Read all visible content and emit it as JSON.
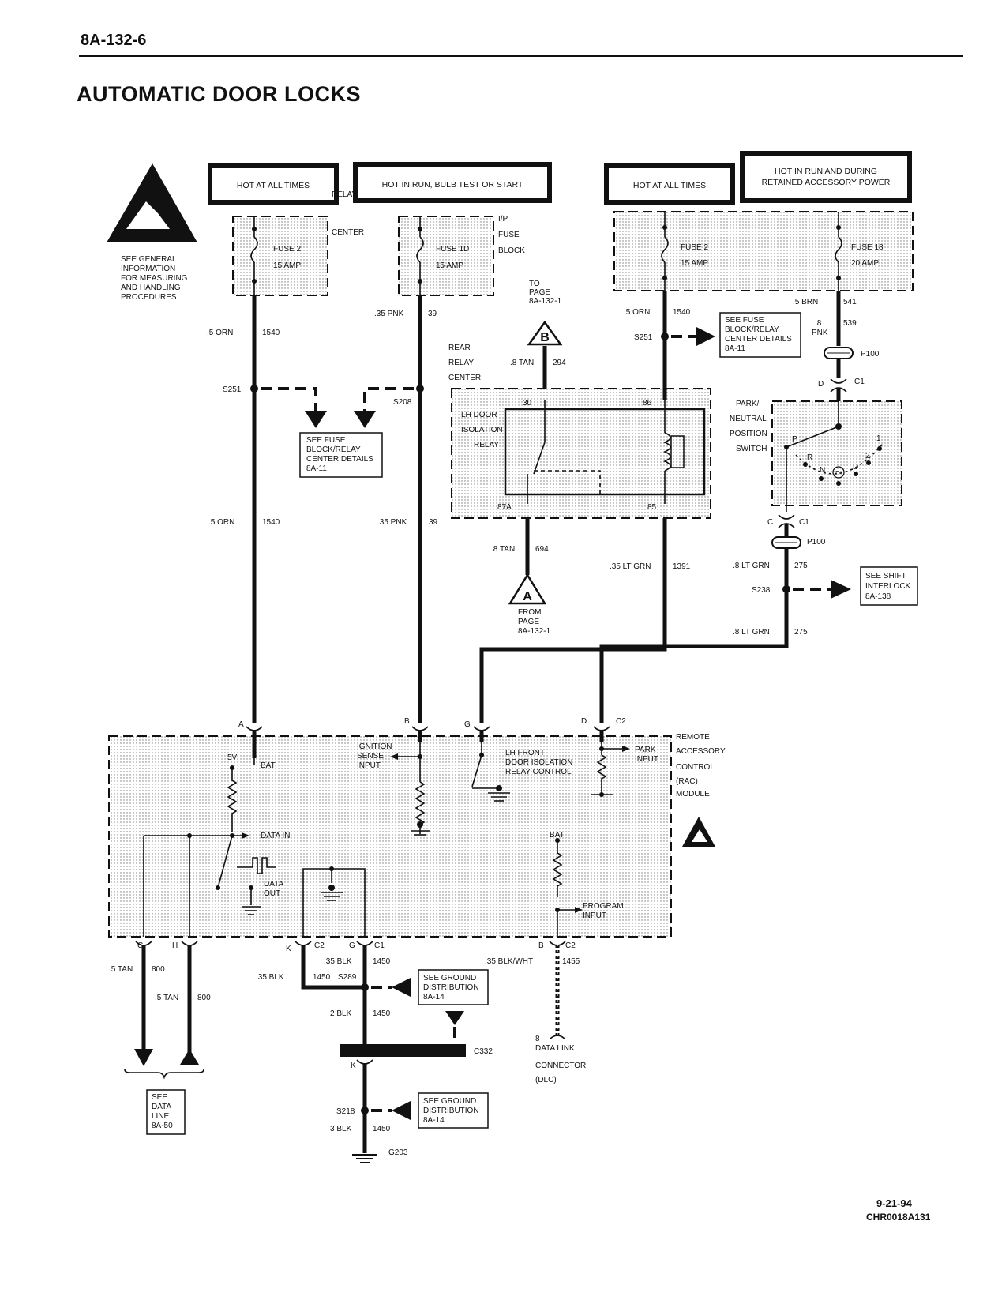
{
  "header": {
    "page_number": "8A-132-6",
    "title": "AUTOMATIC DOOR LOCKS"
  },
  "footer": {
    "date": "9-21-94",
    "doc_id": "CHR0018A131"
  },
  "esd_note": [
    "SEE GENERAL",
    "INFORMATION",
    "FOR MEASURING",
    "AND HANDLING",
    "PROCEDURES"
  ],
  "power_boxes": {
    "p1": "HOT AT ALL TIMES",
    "p2": "HOT IN RUN, BULB TEST OR START",
    "p3": "HOT AT ALL TIMES",
    "p4a": "HOT IN RUN AND DURING",
    "p4b": "RETAINED ACCESSORY POWER"
  },
  "fuses": {
    "f1_name": "FUSE 2",
    "f1_amp": "15 AMP",
    "f2_name": "FUSE 1D",
    "f2_amp": "15 AMP",
    "f3_name": "FUSE 2",
    "f3_amp": "15 AMP",
    "f4_name": "FUSE 18",
    "f4_amp": "20 AMP"
  },
  "fuse_blocks": {
    "relay_center": [
      "RELAY",
      "CENTER"
    ],
    "ip_fuse_block": [
      "I/P",
      "FUSE",
      "BLOCK"
    ]
  },
  "wires": {
    "w1540_top": [
      ".5 ORN",
      "1540"
    ],
    "w39_top": [
      ".35 PNK",
      "39"
    ],
    "w1540_mid": [
      ".5 ORN",
      "1540"
    ],
    "w39_mid": [
      ".35 PNK",
      "39"
    ],
    "w1540_right": [
      ".5 ORN",
      "1540"
    ],
    "w541": [
      ".5 BRN",
      "541"
    ],
    "w539": [
      ".8",
      "PNK",
      "539"
    ],
    "w294": [
      ".8 TAN",
      "294"
    ],
    "w694": [
      ".8 TAN",
      "694"
    ],
    "w1391": [
      ".35 LT GRN",
      "1391"
    ],
    "w275_a": [
      ".8 LT GRN",
      "275"
    ],
    "w275_b": [
      ".8 LT GRN",
      "275"
    ],
    "w800_a": [
      ".5 TAN",
      "800"
    ],
    "w800_b": [
      ".5 TAN",
      "800"
    ],
    "w1450_k": [
      ".35 BLK",
      "1450"
    ],
    "w1450_g": [
      ".35 BLK",
      "1450"
    ],
    "w1450_2": [
      "2 BLK",
      "1450"
    ],
    "w1450_3": [
      "3 BLK",
      "1450"
    ],
    "w1455": [
      ".35 BLK/WHT",
      "1455"
    ]
  },
  "splices": {
    "s251_left": "S251",
    "s208": "S208",
    "s251_right": "S251",
    "s238": "S238",
    "s289": "S289",
    "s218": "S218"
  },
  "refs": {
    "fuse_detail_left": [
      "SEE FUSE",
      "BLOCK/RELAY",
      "CENTER DETAILS",
      "8A-11"
    ],
    "fuse_detail_right": [
      "SEE FUSE",
      "BLOCK/RELAY",
      "CENTER DETAILS",
      "8A-11"
    ],
    "shift_interlock": [
      "SEE SHIFT",
      "INTERLOCK",
      "8A-138"
    ],
    "ground_dist_1": [
      "SEE GROUND",
      "DISTRIBUTION",
      "8A-14"
    ],
    "ground_dist_2": [
      "SEE GROUND",
      "DISTRIBUTION",
      "8A-14"
    ],
    "data_line": [
      "SEE",
      "DATA",
      "LINE",
      "8A-50"
    ]
  },
  "page_refs": {
    "b_letter": "B",
    "b_text": [
      "TO",
      "PAGE",
      "8A-132-1"
    ],
    "a_letter": "A",
    "a_text": [
      "FROM",
      "PAGE",
      "8A-132-1"
    ]
  },
  "relay": {
    "center_label": [
      "REAR",
      "RELAY",
      "CENTER"
    ],
    "name": [
      "LH DOOR",
      "ISOLATION",
      "RELAY"
    ],
    "pin_30": "30",
    "pin_86": "86",
    "pin_87a": "87A",
    "pin_85": "85"
  },
  "pnp_switch": {
    "name": [
      "PARK/",
      "NEUTRAL",
      "POSITION",
      "SWITCH"
    ],
    "positions": [
      "P",
      "R",
      "N",
      "D",
      "D",
      "2",
      "1"
    ]
  },
  "connectors": {
    "p100_top": "P100",
    "c1_top": "C1",
    "d_top": "D",
    "p100_bot": "P100",
    "c1_bot": "C1",
    "c_bot": "C",
    "rac_top": [
      "A",
      "B",
      "G",
      "D",
      "C2"
    ],
    "rac_bot": [
      "C",
      "H",
      "K",
      "C2",
      "G",
      "C1",
      "B",
      "C2"
    ],
    "c332": "C332",
    "c332_pin": "K",
    "g203": "G203"
  },
  "rac": {
    "name": [
      "REMOTE",
      "ACCESSORY",
      "CONTROL",
      "(RAC)",
      "MODULE"
    ],
    "bat": "BAT",
    "v5": "5V",
    "ign": [
      "IGNITION",
      "SENSE",
      "INPUT"
    ],
    "lh_front": [
      "LH FRONT",
      "DOOR ISOLATION",
      "RELAY CONTROL"
    ],
    "park": [
      "PARK",
      "INPUT"
    ],
    "data_in": "DATA IN",
    "data_out": [
      "DATA",
      "OUT"
    ],
    "bat2": "BAT",
    "program": [
      "PROGRAM",
      "INPUT"
    ]
  },
  "dlc": {
    "pin": "8",
    "name": [
      "DATA LINK",
      "CONNECTOR",
      "(DLC)"
    ]
  }
}
